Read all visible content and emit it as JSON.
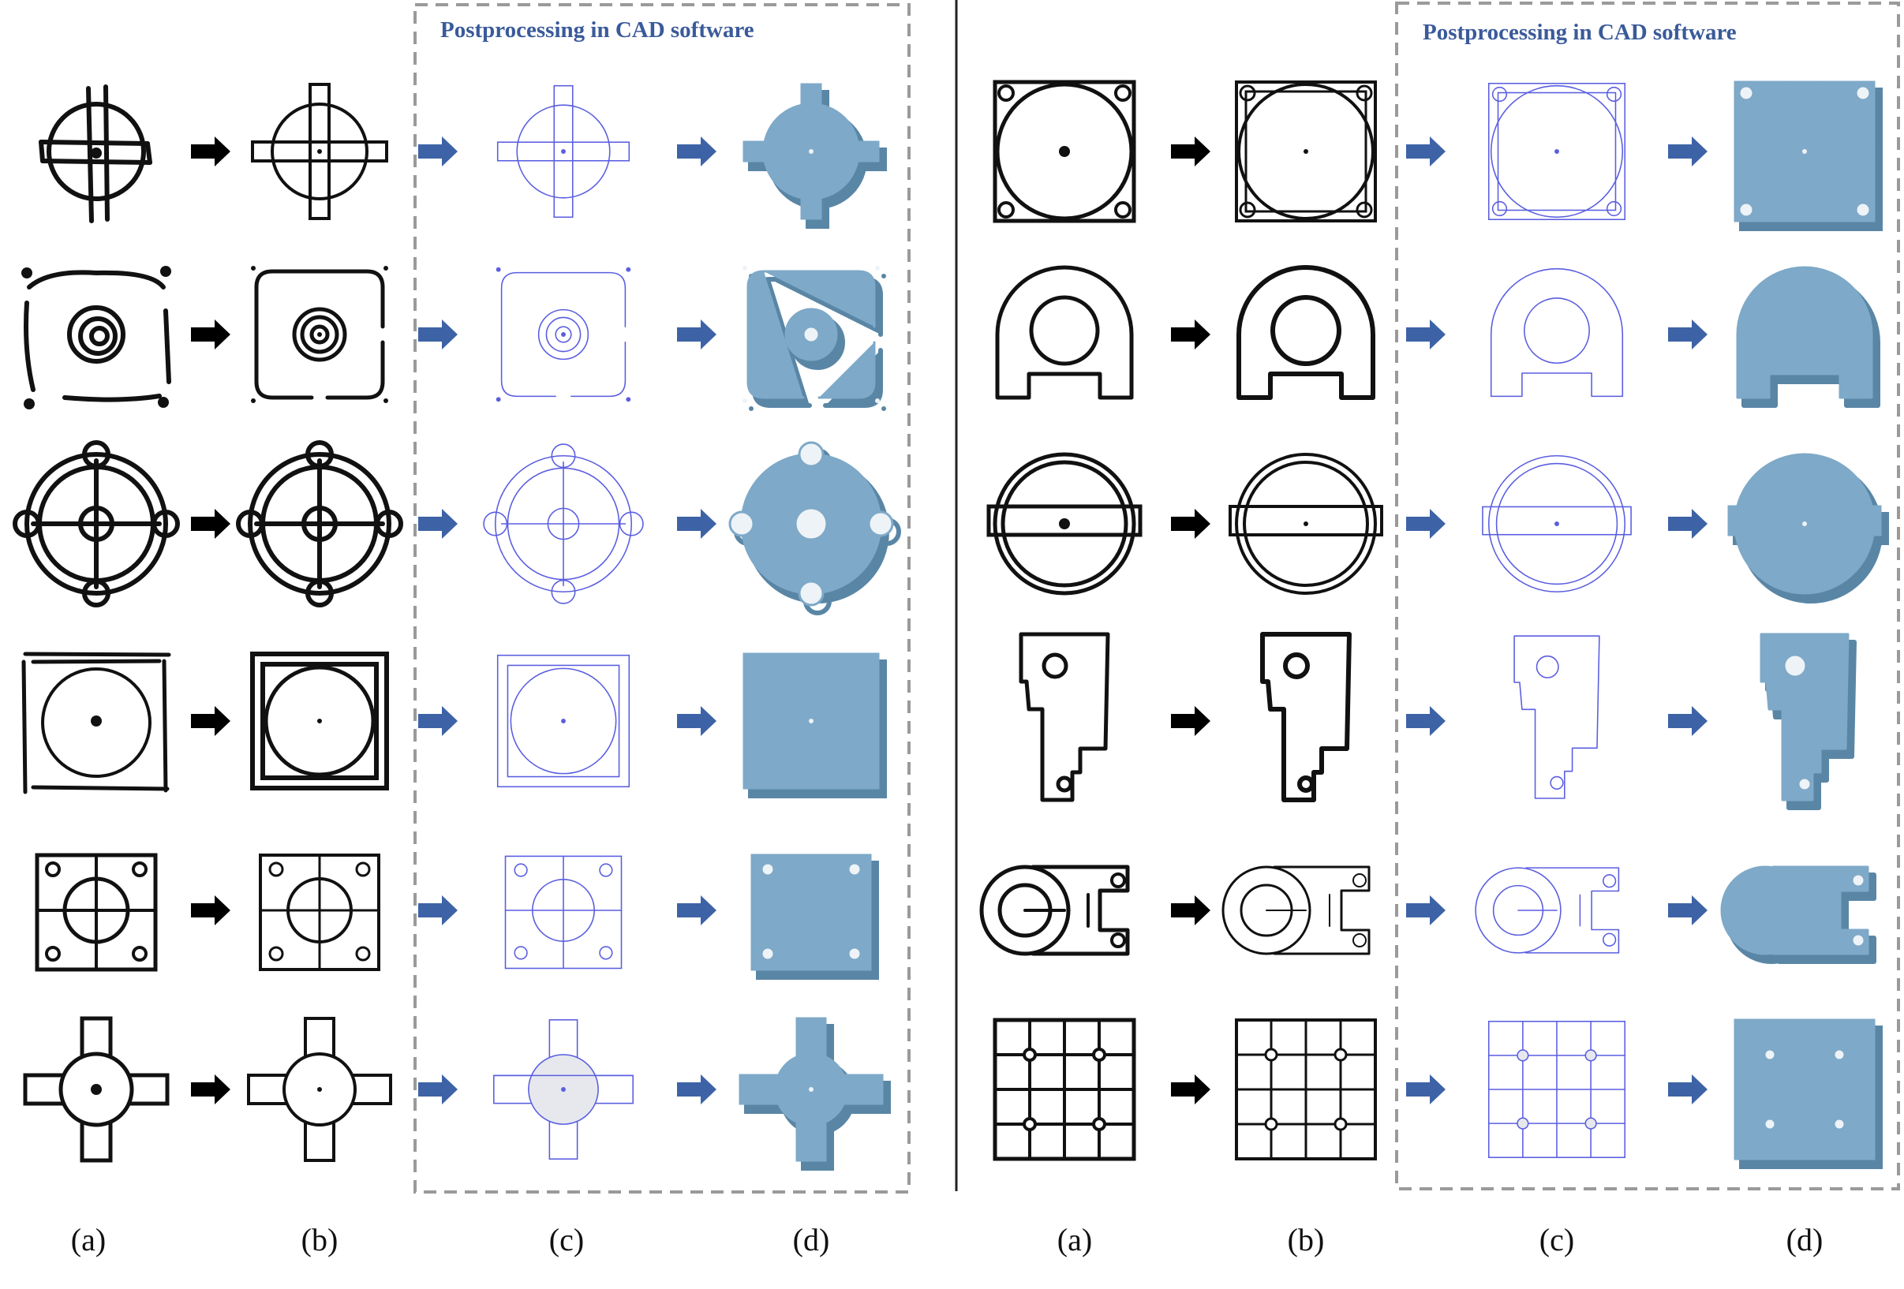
{
  "panels": [
    {
      "postprocess_title": "Postprocessing in CAD software",
      "captions": [
        "(a)",
        "(b)",
        "(c)",
        "(d)"
      ],
      "rows": [
        "cross-circle",
        "rounded-square-concentric",
        "ring-four-holes",
        "square-in-square-circle",
        "square-four-holes-cross",
        "cross-bars-circle"
      ]
    },
    {
      "postprocess_title": "Postprocessing in CAD software",
      "captions": [
        "(a)",
        "(b)",
        "(c)",
        "(d)"
      ],
      "rows": [
        "square-circle-corner-holes",
        "arch-with-hole",
        "ring-with-slot",
        "l-bracket-holes",
        "clevis-arm",
        "grid-plate"
      ]
    }
  ],
  "colors": {
    "ink": "#111111",
    "arrow_black": "#000000",
    "arrow_blue": "#3d63a6",
    "sketch_fill": "#e6e8ee",
    "sketch_line": "#5a5ee0",
    "model_face": "#7ea9c8",
    "model_side": "#5a86a6",
    "dash_border": "#9a9a9a",
    "title_blue": "#3a5a9a"
  },
  "icons": [
    "right-arrow-icon"
  ]
}
